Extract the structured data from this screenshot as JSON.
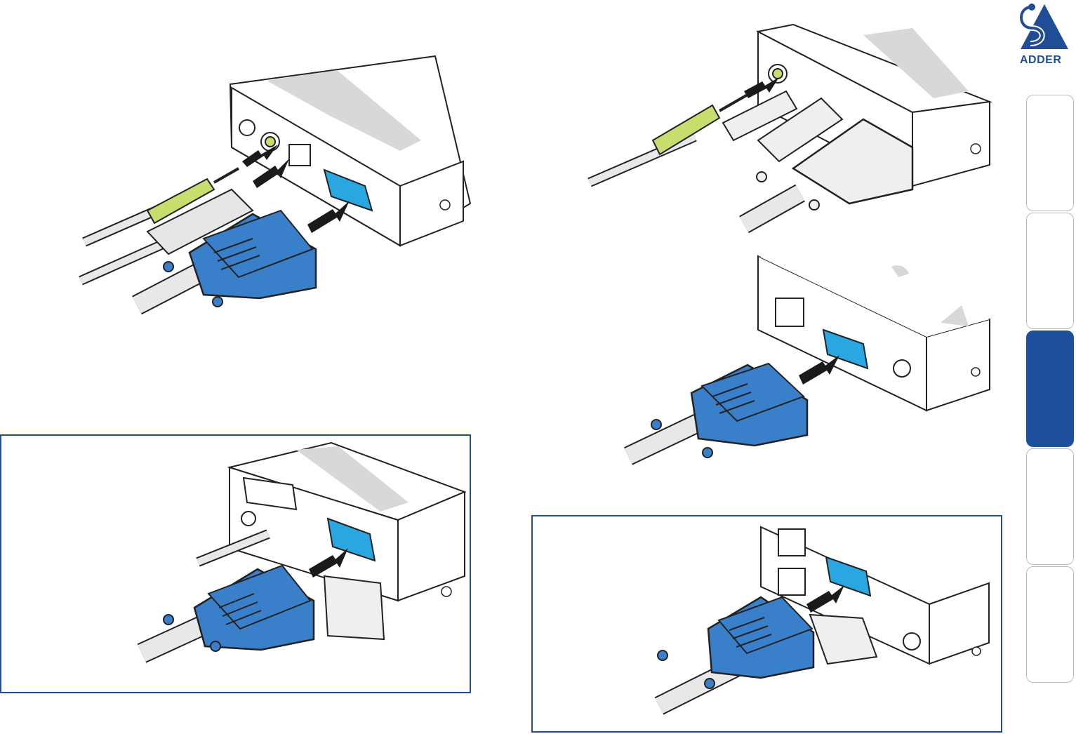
{
  "brand": {
    "logo_text": "ADDER",
    "accent_color": "#1f4e97",
    "icon": "adder-snake-logo-icon"
  },
  "illustrations": [
    {
      "id": "local-unit-usb-audio-vga",
      "icon": "local-unit-connections-icon"
    },
    {
      "id": "local-unit-serial-variant",
      "icon": "local-unit-serial-vga-icon"
    },
    {
      "id": "remote-unit-audio-usb-vga",
      "icon": "remote-unit-connections-icon"
    },
    {
      "id": "remote-unit-vga",
      "icon": "remote-unit-vga-icon"
    },
    {
      "id": "remote-unit-dual-variant",
      "icon": "remote-unit-dual-vga-icon"
    }
  ],
  "side_tabs": [
    {
      "icon": "section-tab-1",
      "active": false
    },
    {
      "icon": "section-tab-2",
      "active": false
    },
    {
      "icon": "section-tab-3",
      "active": true
    },
    {
      "icon": "section-tab-4",
      "active": false
    },
    {
      "icon": "section-tab-5",
      "active": false
    }
  ],
  "colors": {
    "vga_blue": "#3a7fca",
    "vga_port": "#2aa7e0",
    "audio_green": "#c5de6e",
    "arrow": "#1a1a1a",
    "box_border": "#1f4e97",
    "active_tab": "#1e4f9c"
  }
}
